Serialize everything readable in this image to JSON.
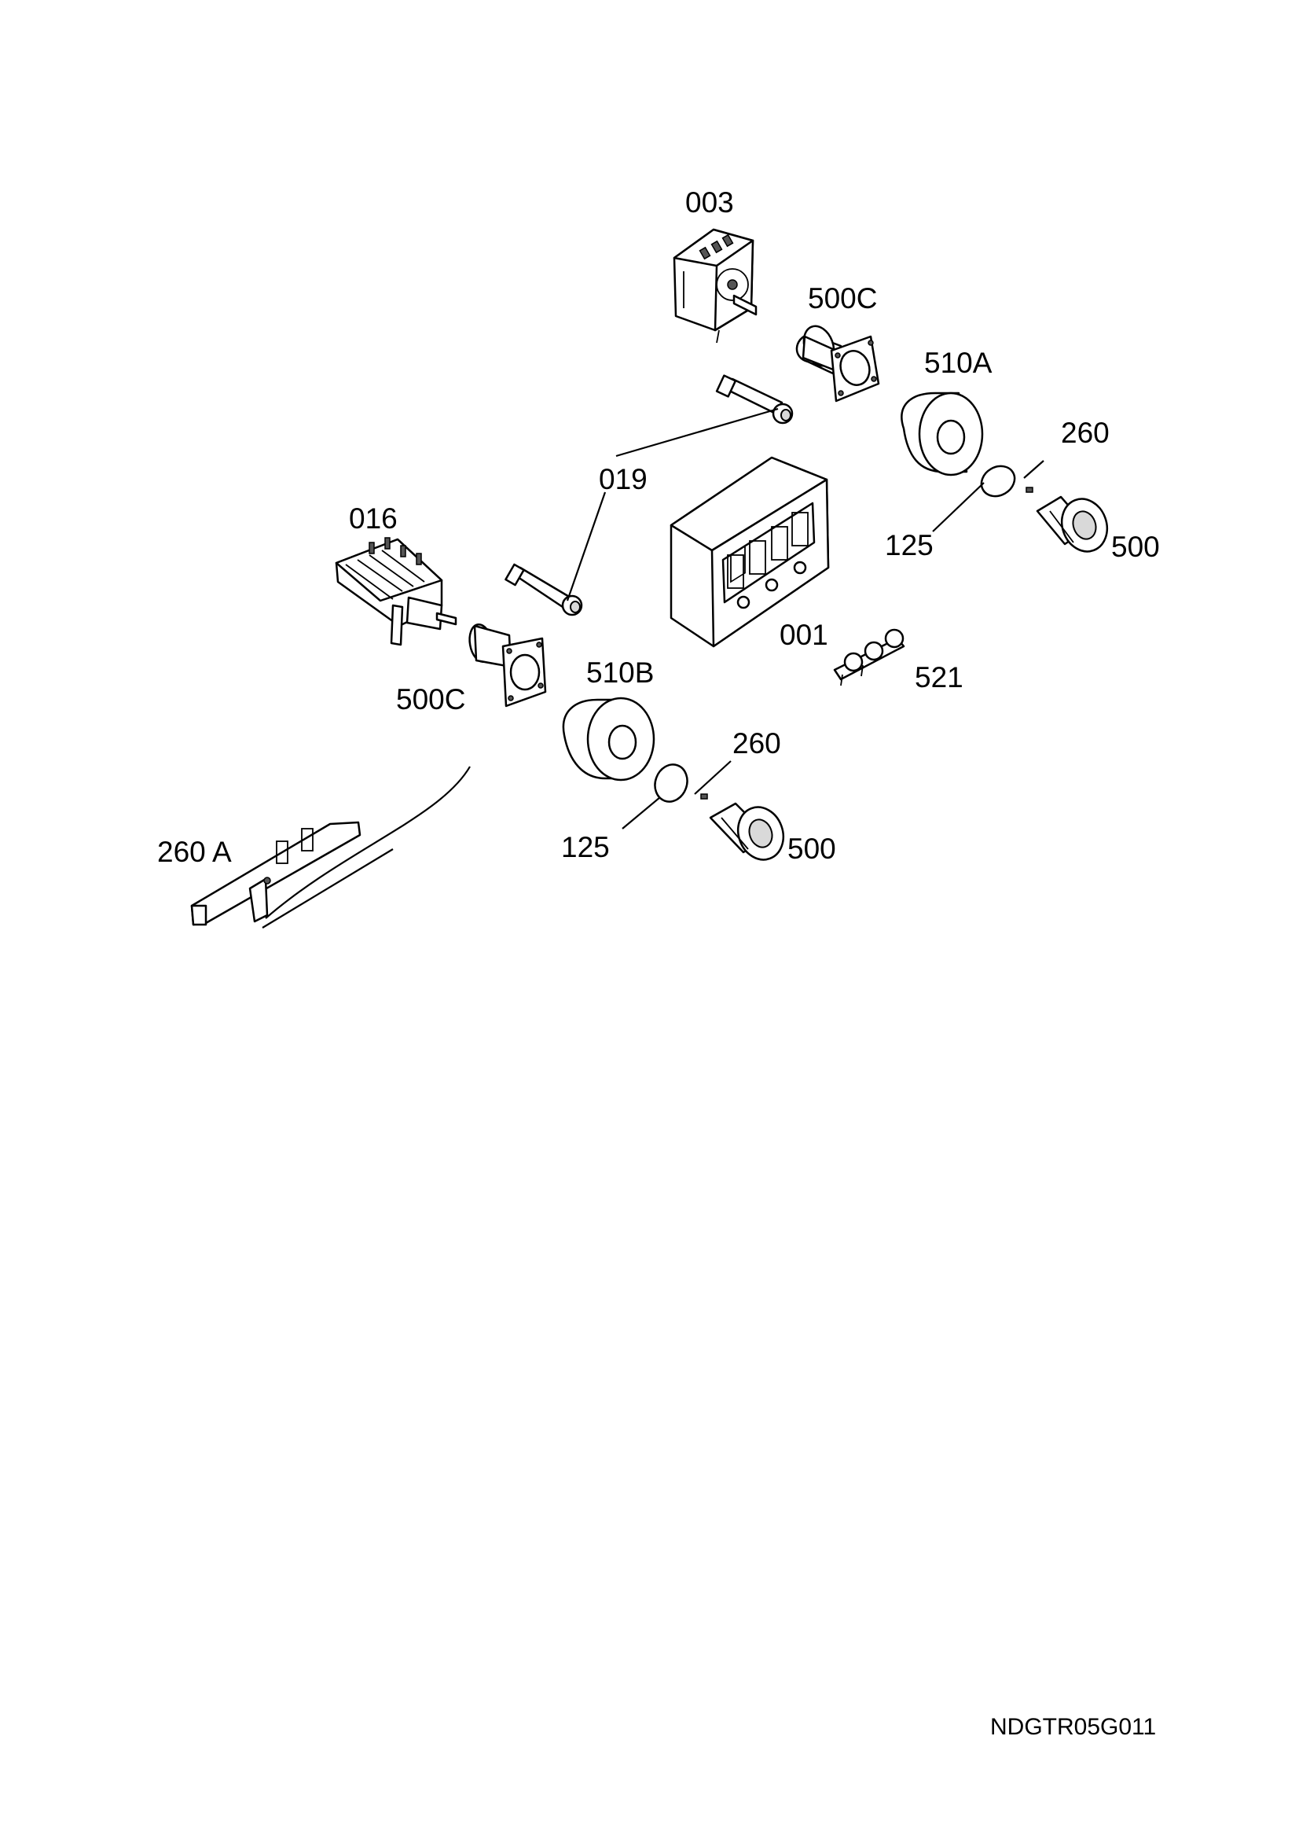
{
  "labels": {
    "p003": "003",
    "p500c_top": "500C",
    "p510a": "510A",
    "p260_top": "260",
    "p019": "019",
    "p016": "016",
    "p125_top": "125",
    "p500_top": "500",
    "p001": "001",
    "p521": "521",
    "p500c_left": "500C",
    "p510b": "510B",
    "p260_mid": "260",
    "p125_bottom": "125",
    "p500_bottom": "500",
    "p260a": "260 A"
  },
  "drawing_code": "NDGTR05G011"
}
